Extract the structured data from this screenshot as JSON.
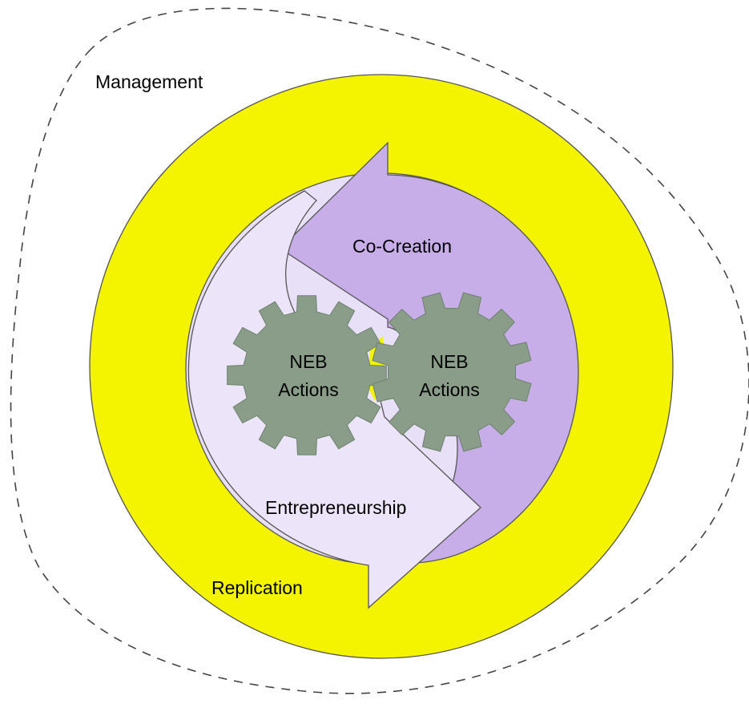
{
  "labels": {
    "management": "Management",
    "replication": "Replication",
    "co_creation": "Co-Creation",
    "entrepreneurship": "Entrepreneurship",
    "gear_left": {
      "line1": "NEB",
      "line2": "Actions"
    },
    "gear_right": {
      "line1": "NEB",
      "line2": "Actions"
    }
  },
  "colors": {
    "outer_ring": "#f4f400",
    "inner_disc": "#e8e0f7",
    "co_creation_arrow": "#c7aee8",
    "entrepreneurship_arrow": "#ece5f9",
    "gear": "#899d89",
    "boundary_dash": "#444444"
  }
}
